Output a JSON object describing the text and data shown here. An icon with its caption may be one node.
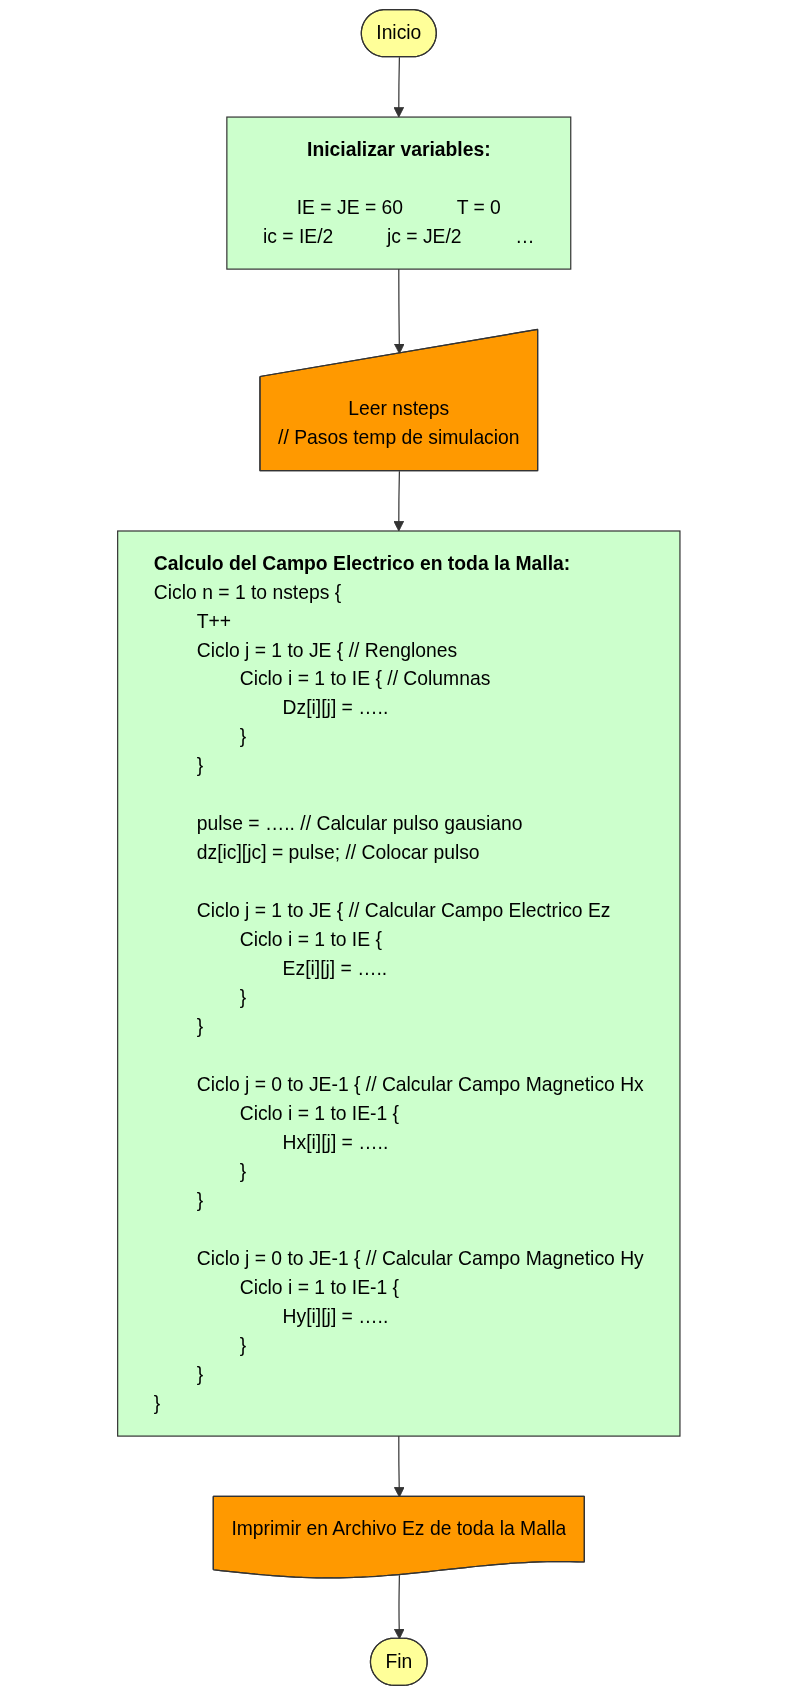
{
  "diagram": {
    "nodes": [
      {
        "text": [
          "Inicio"
        ]
      },
      {
        "text": [
          "Inicializar variables:",
          "IE = JE = 60",
          "T = 0",
          "ic = IE/2",
          "jc = JE/2",
          "…"
        ]
      },
      {
        "text": [
          "Leer nsteps",
          "// Pasos temp de simulacion"
        ]
      },
      {
        "text": [
          "Calculo del Campo Electrico en toda la Malla:",
          "Ciclo n = 1 to nsteps {",
          "T++",
          "Ciclo j = 1 to JE { // Renglones",
          "Ciclo i = 1 to IE { // Columnas",
          "Dz[i][j] = …..",
          "}",
          "}",
          "pulse = ….. // Calcular pulso gausiano",
          "dz[ic][jc] = pulse; // Colocar pulso",
          "Ciclo j = 1 to JE { // Calcular Campo Electrico Ez",
          "Ciclo i = 1 to IE {",
          "Ez[i][j] = …..",
          "}",
          "}",
          "Ciclo j = 0 to JE-1 { // Calcular Campo Magnetico Hx",
          "Ciclo i = 1 to IE-1 {",
          "Hx[i][j] = …..",
          "}",
          "}",
          "Ciclo j = 0 to JE-1 { // Calcular Campo Magnetico Hy",
          "Ciclo i = 1 to IE-1 {",
          "Hy[i][j] = …..",
          "}",
          "}",
          "}"
        ]
      },
      {
        "text": [
          "Imprimir en Archivo Ez de toda la Malla"
        ]
      },
      {
        "text": [
          "Fin"
        ]
      }
    ],
    "edges": [
      {
        "from": 0,
        "to": 1,
        "arrow": "to"
      },
      {
        "from": 1,
        "to": 2,
        "arrow": "to"
      },
      {
        "from": 2,
        "to": 3,
        "arrow": "to"
      },
      {
        "from": 3,
        "to": 4,
        "arrow": "to"
      },
      {
        "from": 4,
        "to": 5,
        "arrow": "to"
      }
    ]
  }
}
